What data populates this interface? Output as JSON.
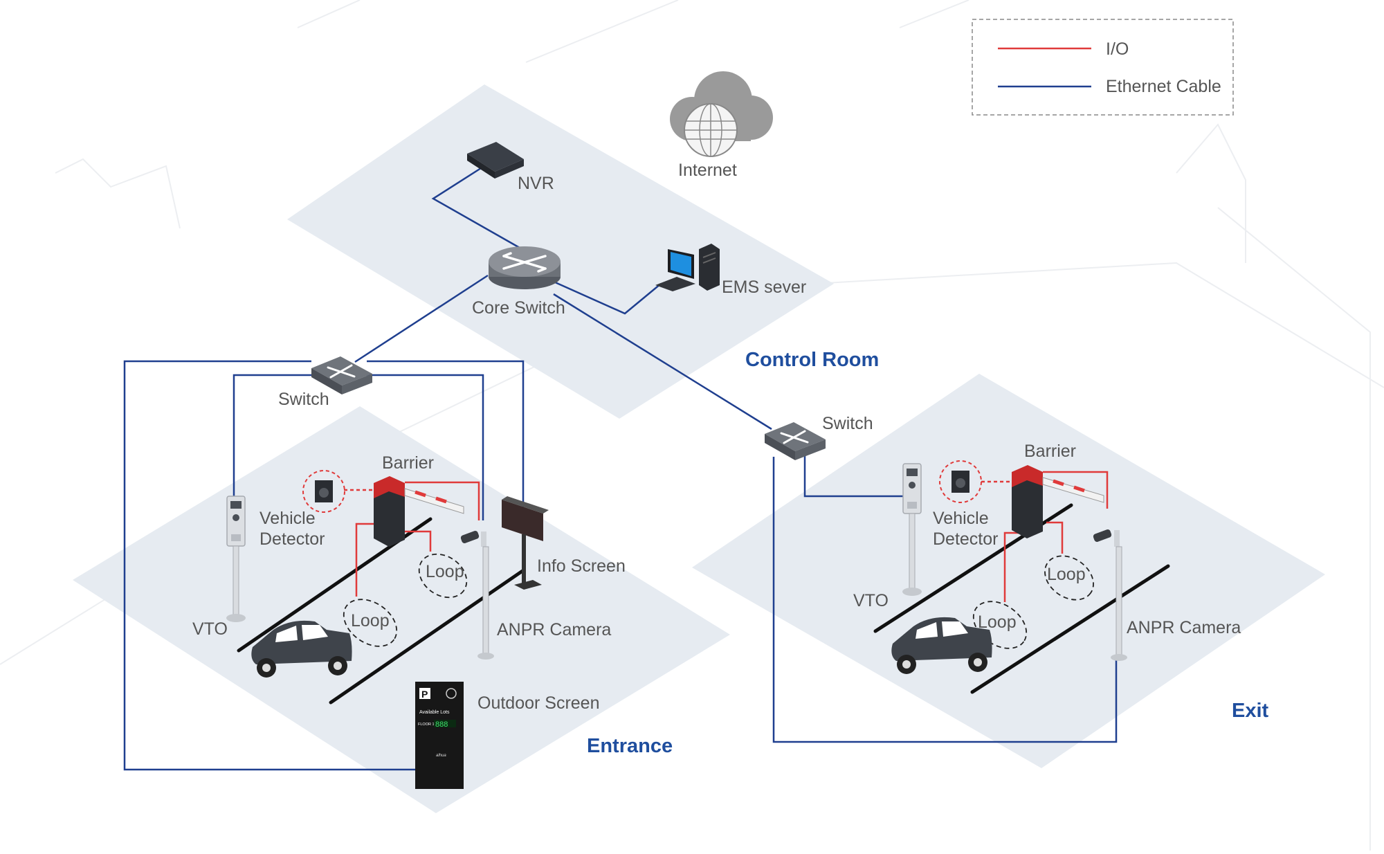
{
  "legend": {
    "io_label": "I/O",
    "ethernet_label": "Ethernet Cable",
    "io_color": "#e03a3a",
    "ethernet_color": "#1f3f8f"
  },
  "zones": {
    "control_room": "Control Room",
    "entrance": "Entrance",
    "exit": "Exit"
  },
  "devices": {
    "internet": "Internet",
    "nvr": "NVR",
    "core_switch": "Core Switch",
    "ems_server": "EMS sever",
    "entrance_switch": "Switch",
    "exit_switch": "Switch",
    "entrance_vto": "VTO",
    "entrance_vehicle_detector_line1": "Vehicle",
    "entrance_vehicle_detector_line2": "Detector",
    "entrance_barrier": "Barrier",
    "entrance_loop_a": "Loop",
    "entrance_loop_b": "Loop",
    "entrance_info_screen": "Info Screen",
    "entrance_anpr_camera": "ANPR Camera",
    "entrance_outdoor_screen": "Outdoor Screen",
    "exit_vto": "VTO",
    "exit_vehicle_detector_line1": "Vehicle",
    "exit_vehicle_detector_line2": "Detector",
    "exit_barrier": "Barrier",
    "exit_loop_a": "Loop",
    "exit_loop_b": "Loop",
    "exit_anpr_camera": "ANPR Camera"
  },
  "outdoor_screen_panel": {
    "logo_letter": "P",
    "heading": "Available Lots",
    "floor": "FLOOR 1",
    "count": "888",
    "brand": "alhua"
  },
  "colors": {
    "platform": "#e6ebf1",
    "label_text": "#555555",
    "zone_text": "#1f4e9e"
  }
}
